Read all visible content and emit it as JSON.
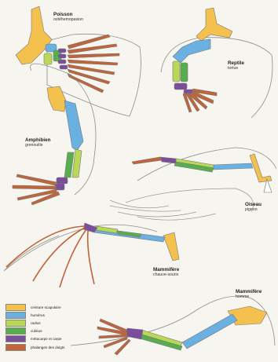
{
  "colors": {
    "ceinture": "#f4c04e",
    "humerus": "#6ab0e0",
    "radius": "#b9d858",
    "cubitus": "#58ae4e",
    "carpe": "#7a4f9a",
    "phalanges": "#c2643a",
    "outline": "#8e8e86",
    "paper": "#f6f5ef"
  },
  "labels": {
    "poisson": {
      "title": "Poisson",
      "sub": "ostéhemopasion"
    },
    "reptile": {
      "title": "Reptile",
      "sub": "tortue"
    },
    "amphibien": {
      "title": "Amphibien",
      "sub": "grenouille"
    },
    "oiseau": {
      "title": "Oiseau",
      "sub": "pigeon"
    },
    "chauve_souris": {
      "title": "Mammifère",
      "sub": "chauve-souris"
    },
    "homme": {
      "title": "Mammifère",
      "sub": "homme"
    }
  },
  "legend": [
    {
      "color_key": "ceinture",
      "label": "ceinture scapulaire"
    },
    {
      "color_key": "humerus",
      "label": "humérus"
    },
    {
      "color_key": "radius",
      "label": "radius"
    },
    {
      "color_key": "cubitus",
      "label": "cubitus"
    },
    {
      "color_key": "carpe",
      "label": "métacarpe et carpe"
    },
    {
      "color_key": "phalanges",
      "label": "phalanges des doigts"
    }
  ]
}
